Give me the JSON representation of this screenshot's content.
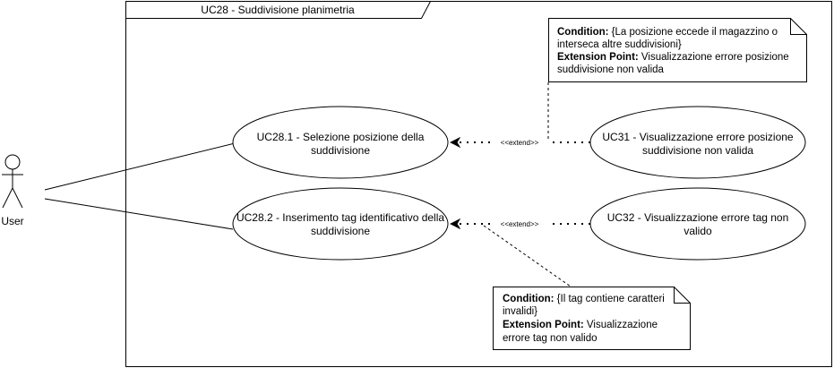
{
  "system": {
    "title": "UC28 - Suddivisione planimetria"
  },
  "actor": {
    "name": "User"
  },
  "use_cases": {
    "uc28_1": [
      "UC28.1 - Selezione posizione della",
      "suddivisione"
    ],
    "uc28_2": [
      "UC28.2 - Inserimento tag identificativo della",
      "suddivisione"
    ],
    "uc31": [
      "UC31 - Visualizzazione errore posizione",
      "suddivisione non valida"
    ],
    "uc32": [
      "UC32 - Visualizzazione errore tag non",
      "valido"
    ]
  },
  "relations": {
    "extend_label": "<<extend>>"
  },
  "notes": {
    "note1": {
      "condition_label": "Condition:",
      "condition_lines": [
        " {La posizione eccede il magazzino o",
        "interseca altre suddivisioni}"
      ],
      "extension_label": "Extension Point:",
      "extension_lines": [
        " Visualizzazione errore posizione",
        "suddivisione non valida"
      ]
    },
    "note2": {
      "condition_label": "Condition:",
      "condition_lines": [
        " {Il tag contiene caratteri",
        "invalidi}"
      ],
      "extension_label": "Extension Point:",
      "extension_lines": [
        " Visualizzazione",
        "errore tag non valido"
      ]
    }
  }
}
